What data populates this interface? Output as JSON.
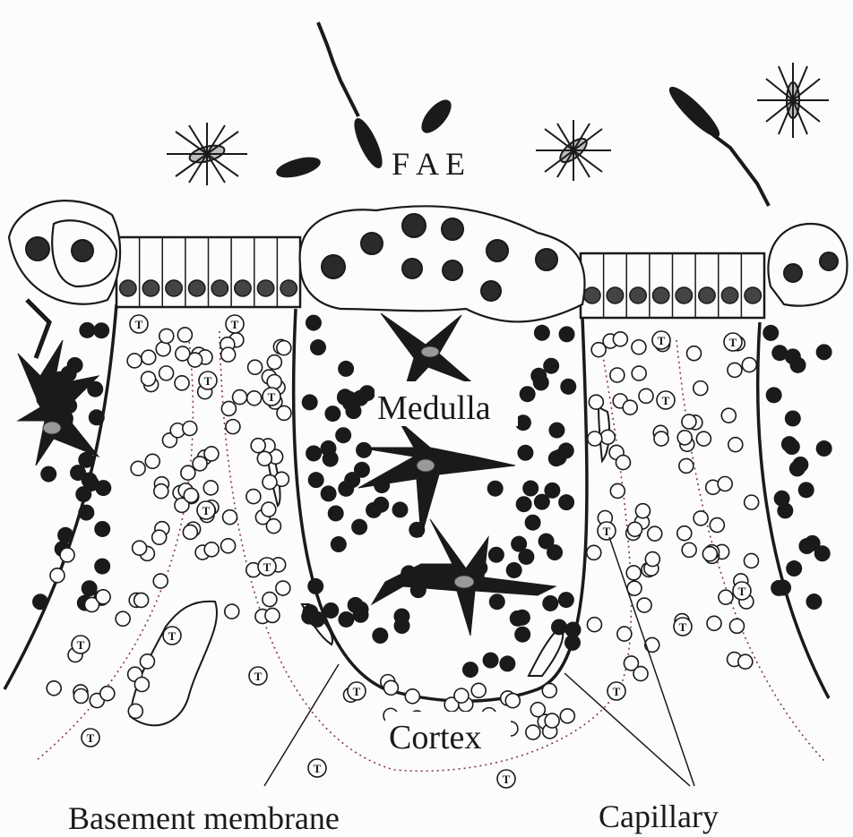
{
  "labels": {
    "fae": "F A E",
    "medulla": "Medulla",
    "cortex": "Cortex",
    "basement_membrane": "Basement membrane",
    "capillary": "Capillary"
  },
  "cell_marker": "T",
  "colors": {
    "ink": "#1a1a1a",
    "background": "#fcfcfc",
    "dotted_boundary": "#8a3a3a"
  },
  "icons": [
    "microbe-rod-icon",
    "spiky-cell-icon",
    "dendritic-cell-icon",
    "lymphocyte-icon",
    "t-cell-icon",
    "capillary-icon"
  ]
}
